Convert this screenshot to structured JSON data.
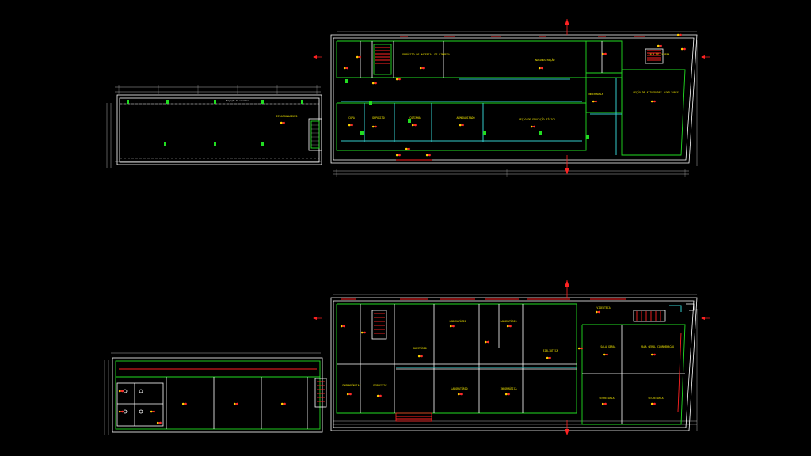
{
  "colors": {
    "background": "#000000",
    "wall_primary": "#ffffff",
    "wall_green": "#22dd22",
    "wall_cyan": "#33cccc",
    "accent_red": "#ff2222",
    "label_yellow": "#f2e600",
    "marker_yellow": "#ffd200"
  },
  "plans": [
    {
      "name": "upper-floor-plan",
      "rooms": [
        {
          "id": "estacionamento",
          "label": "ESTACIONAMENTO"
        },
        {
          "id": "administracao",
          "label": "ADMINISTRAÇÃO"
        },
        {
          "id": "deposito-material-limpeza",
          "label": "DEPÓSITO DE MATERIAL DE LIMPEZA"
        },
        {
          "id": "sala-espera",
          "label": "SALA DE ESPERA"
        },
        {
          "id": "copa",
          "label": "COPA"
        },
        {
          "id": "deposito",
          "label": "DEPÓSITO"
        },
        {
          "id": "cozinha",
          "label": "COZINHA"
        },
        {
          "id": "almoxarifado",
          "label": "ALMOXARIFADO"
        },
        {
          "id": "secao-educacao-fisica",
          "label": "SEÇÃO DE EDUCAÇÃO FÍSICA"
        },
        {
          "id": "enfermaria",
          "label": "ENFERMARIA"
        },
        {
          "id": "secao-atividades-auxiliares",
          "label": "SEÇÃO DE ATIVIDADES AUXILIARES"
        }
      ],
      "notes": [
        "Projeção da cobertura"
      ]
    },
    {
      "name": "lower-floor-plan",
      "rooms": [
        {
          "id": "auditorio",
          "label": "AUDITÓRIO"
        },
        {
          "id": "videoteca",
          "label": "VIDEOTECA"
        },
        {
          "id": "biblioteca",
          "label": "BIBLIOTECA"
        },
        {
          "id": "laboratorio-1",
          "label": "LABORATÓRIO"
        },
        {
          "id": "laboratorio-2",
          "label": "LABORATÓRIO"
        },
        {
          "id": "laboratorio-3",
          "label": "LABORATÓRIO"
        },
        {
          "id": "dependencias",
          "label": "DEPENDÊNCIAS"
        },
        {
          "id": "depositos",
          "label": "DEPÓSITOS"
        },
        {
          "id": "informatica",
          "label": "INFORMÁTICA"
        },
        {
          "id": "sala-geral",
          "label": "SALA GERAL"
        },
        {
          "id": "sala-geral-coordenacao",
          "label": "SALA GERAL COORDENAÇÃO"
        },
        {
          "id": "secretaria-1",
          "label": "SECRETARIA"
        },
        {
          "id": "secretaria-2",
          "label": "SECRETARIA"
        }
      ],
      "notes": []
    }
  ]
}
